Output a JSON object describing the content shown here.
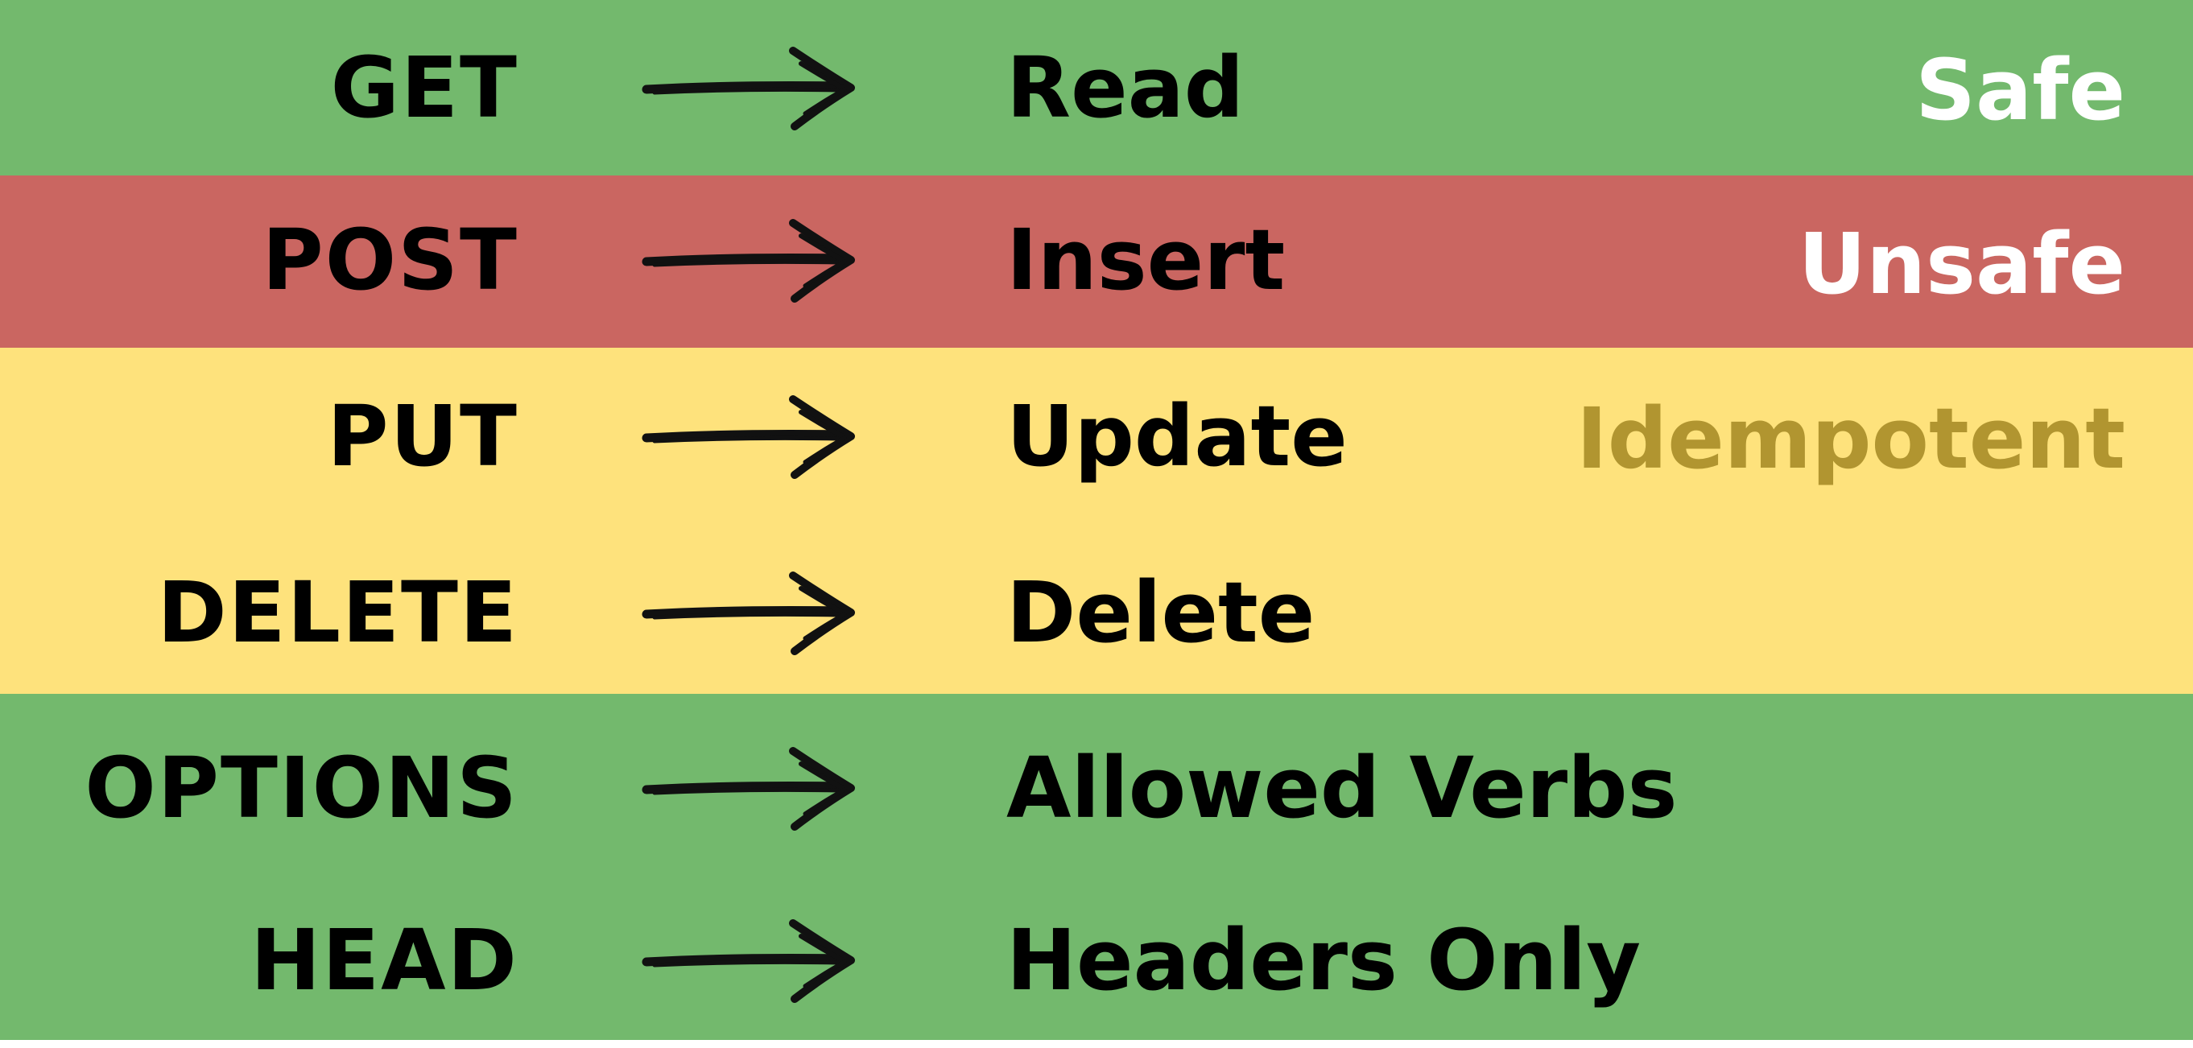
{
  "colors": {
    "green": "#73b96d",
    "red": "#ca6661",
    "yellow": "#fee27c",
    "safe_text": "#ffffff",
    "unsafe_text": "#ffffff",
    "idempotent_text": "#b19530",
    "text": "#000000"
  },
  "rows": [
    {
      "verb": "GET",
      "action": "Read"
    },
    {
      "verb": "POST",
      "action": "Insert"
    },
    {
      "verb": "PUT",
      "action": "Update"
    },
    {
      "verb": "DELETE",
      "action": "Delete"
    },
    {
      "verb": "OPTIONS",
      "action": "Allowed Verbs"
    },
    {
      "verb": "HEAD",
      "action": "Headers Only"
    }
  ],
  "tags": {
    "safe": "Safe",
    "unsafe": "Unsafe",
    "idempotent": "Idempotent"
  },
  "arrow_icon": "hand-drawn-arrow-icon"
}
